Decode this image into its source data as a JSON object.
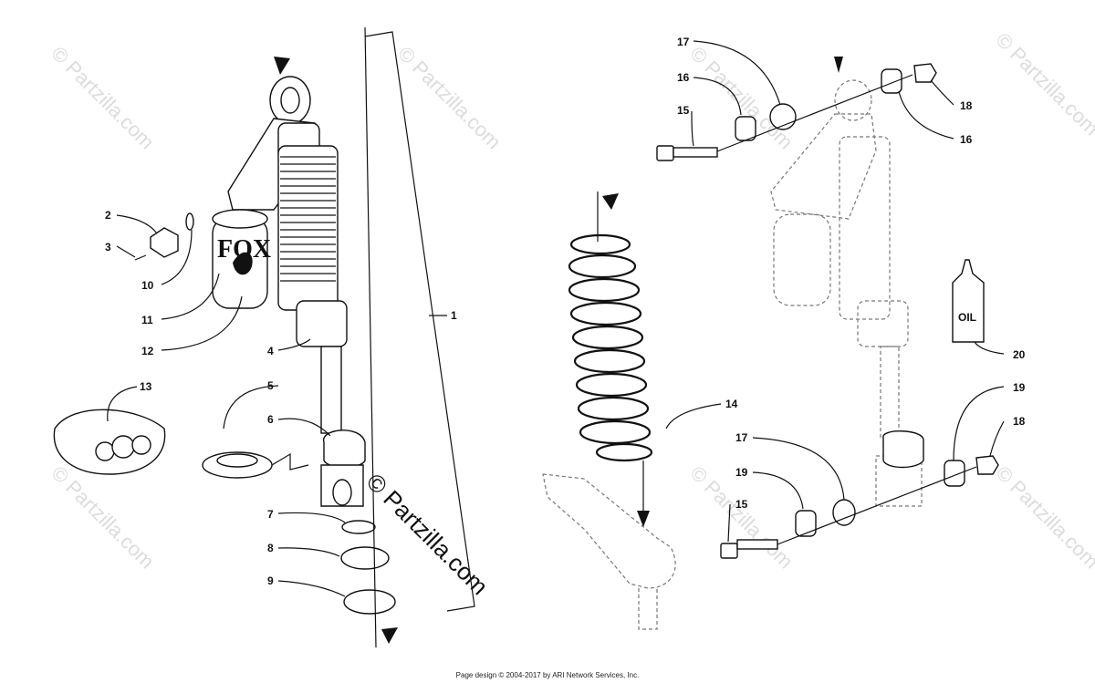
{
  "watermark": {
    "corner_text": "© Partzilla.com",
    "center_text": "© Partzilla.com"
  },
  "logo_text": "FOX",
  "oil_label": "OIL",
  "callouts": {
    "c1": "1",
    "c2": "2",
    "c3": "3",
    "c4": "4",
    "c5": "5",
    "c6": "6",
    "c7": "7",
    "c8": "8",
    "c9": "9",
    "c10": "10",
    "c11": "11",
    "c12": "12",
    "c13": "13",
    "c14": "14",
    "c15a": "15",
    "c15b": "15",
    "c16a": "16",
    "c16b": "16",
    "c17a": "17",
    "c17b": "17",
    "c18a": "18",
    "c18b": "18",
    "c19a": "19",
    "c19b": "19",
    "c20": "20"
  },
  "footer": "Page design © 2004-2017 by ARI Network Services, Inc."
}
